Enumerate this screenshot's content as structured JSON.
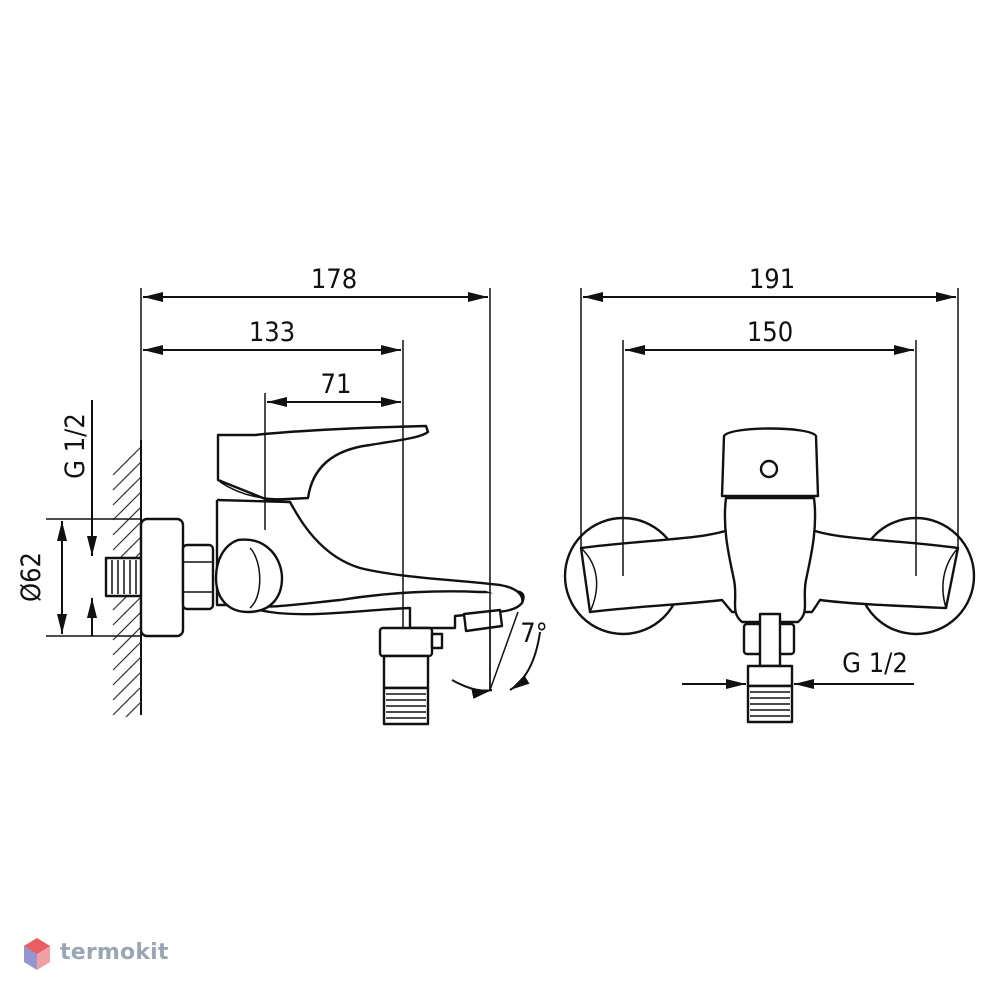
{
  "dimensions": {
    "side_overall": "178",
    "side_to_outlet": "133",
    "side_handle": "71",
    "front_overall": "191",
    "front_centres": "150",
    "thread_inlet": "G 1/2",
    "rosette_diameter": "Ø62",
    "spout_angle": "7°",
    "thread_outlet": "G 1/2"
  },
  "watermark": {
    "text": "termokit"
  },
  "colors": {
    "line": "#111111",
    "watermark": "#9aa6b6",
    "logo_red": "#e5484d",
    "logo_blue": "#5b8def"
  }
}
